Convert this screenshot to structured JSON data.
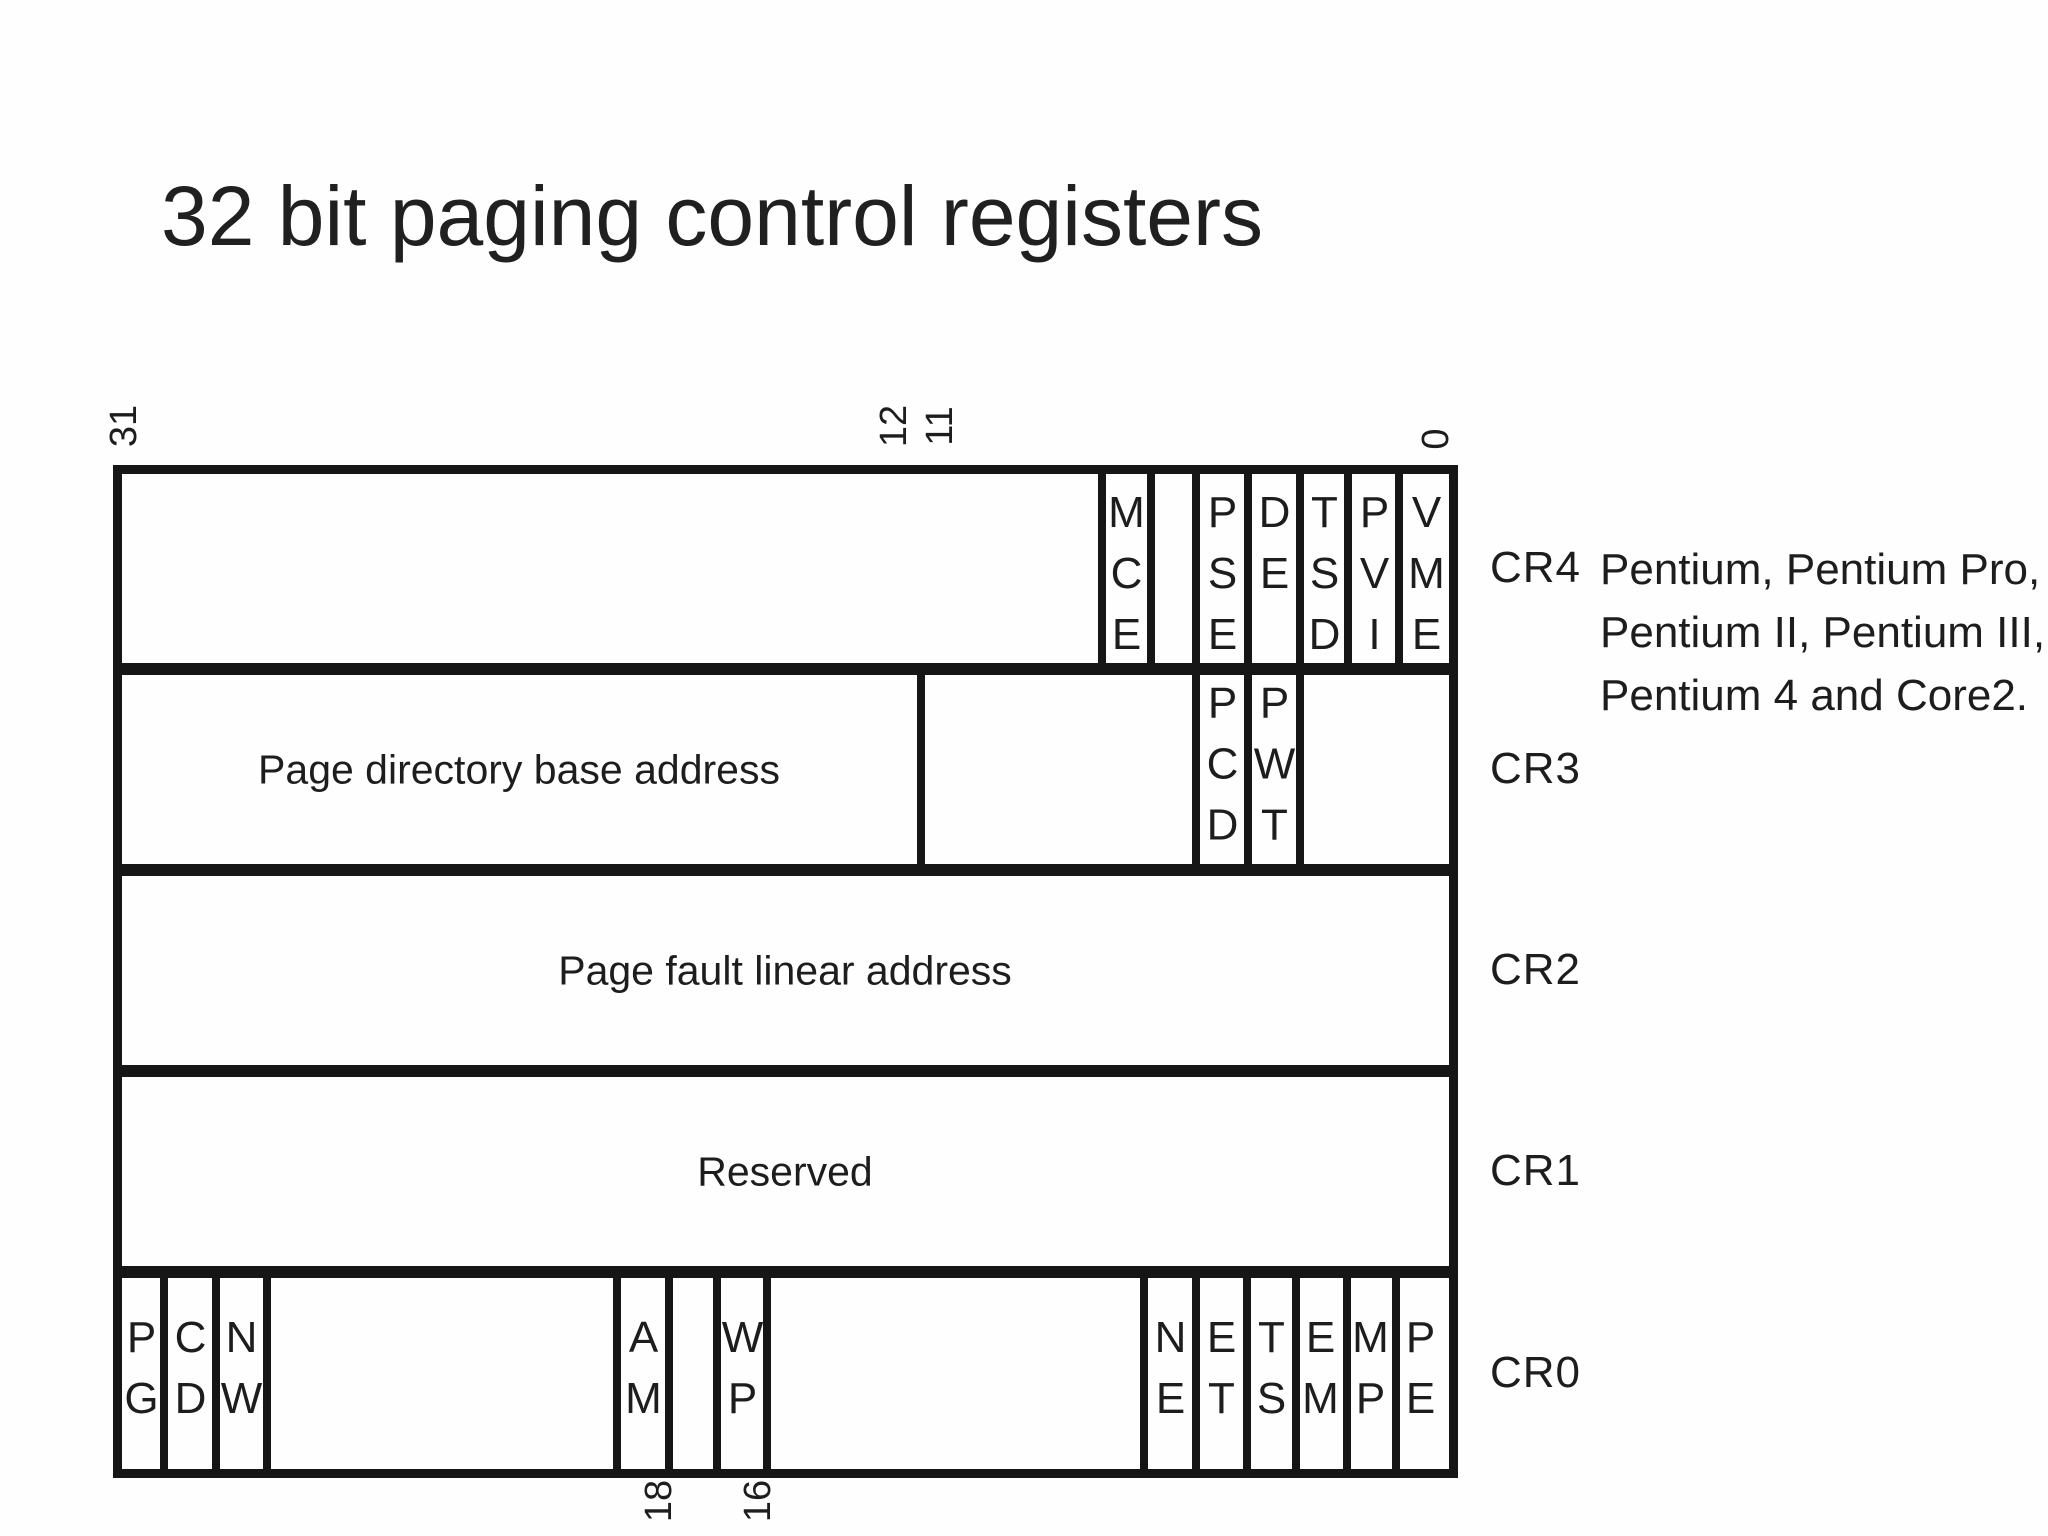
{
  "slide": {
    "title": "32 bit paging control registers"
  },
  "diagram": {
    "bit_labels_top": [
      "31",
      "12",
      "11",
      "0"
    ],
    "bit_labels_bottom": [
      "18",
      "16"
    ],
    "rows": [
      {
        "register": "CR4",
        "fields": [
          "MCE",
          "PSE",
          "DE",
          "TSD",
          "PVI",
          "VME"
        ],
        "note_lines": [
          "Pentium, Pentium Pro,",
          "Pentium II, Pentium III,",
          "Pentium 4 and Core2."
        ]
      },
      {
        "register": "CR3",
        "section_label": "Page directory base address",
        "fields": [
          "PCD",
          "PWT"
        ]
      },
      {
        "register": "CR2",
        "section_label": "Page fault linear address"
      },
      {
        "register": "CR1",
        "section_label": "Reserved"
      },
      {
        "register": "CR0",
        "fields": [
          "PG",
          "CD",
          "NW",
          "AM",
          "WP",
          "NE",
          "ET",
          "TS",
          "EM",
          "MP",
          "PE"
        ]
      }
    ],
    "colors": {
      "line": "#161616",
      "text": "#1d1d1d",
      "background": "#fefefe"
    }
  }
}
